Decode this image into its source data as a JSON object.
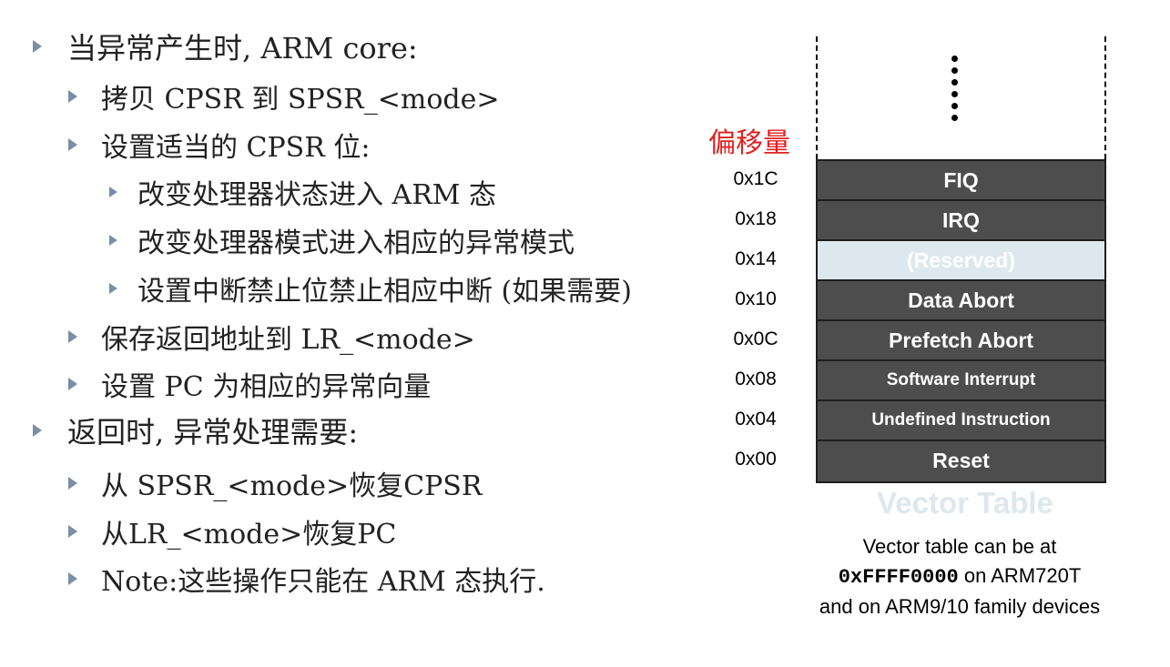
{
  "bullets": [
    {
      "level": 1,
      "text": "当异常产生时, ARM core:"
    },
    {
      "level": 2,
      "text": "拷贝 CPSR 到 SPSR_<mode>"
    },
    {
      "level": 2,
      "text": "设置适当的 CPSR 位:"
    },
    {
      "level": 3,
      "text": "改变处理器状态进入 ARM 态"
    },
    {
      "level": 3,
      "text": "改变处理器模式进入相应的异常模式"
    },
    {
      "level": 3,
      "text": "设置中断禁止位禁止相应中断 (如果需要)"
    },
    {
      "level": 2,
      "text": "保存返回地址到 LR_<mode>"
    },
    {
      "level": 2,
      "text": "设置 PC 为相应的异常向量"
    },
    {
      "level": 1,
      "text": "返回时, 异常处理需要:"
    },
    {
      "level": 2,
      "text": "从 SPSR_<mode>恢复CPSR"
    },
    {
      "level": 2,
      "text": "从LR_<mode>恢复PC"
    },
    {
      "level": 2,
      "text": "Note:这些操作只能在 ARM 态执行."
    }
  ],
  "diagram": {
    "offset_title": "偏移量",
    "offsets": [
      "0x1C",
      "0x18",
      "0x14",
      "0x10",
      "0x0C",
      "0x08",
      "0x04",
      "0x00"
    ],
    "cells": [
      "FIQ",
      "IRQ",
      "(Reserved)",
      "Data Abort",
      "Prefetch Abort",
      "Software Interrupt",
      "Undefined Instruction",
      "Reset"
    ],
    "title": "Vector Table",
    "note": {
      "line1": "Vector table can be at",
      "address": "0xFFFF0000",
      "line2_suffix": " on ARM720T",
      "line3": "and on ARM9/10 family devices"
    }
  },
  "colors": {
    "bullet_marker": "#7a8fa6",
    "offset_title": "#e02020",
    "cell_bg": "#4d4d4d",
    "reserved_bg": "#dde8ee",
    "title": "#dde8ee"
  }
}
